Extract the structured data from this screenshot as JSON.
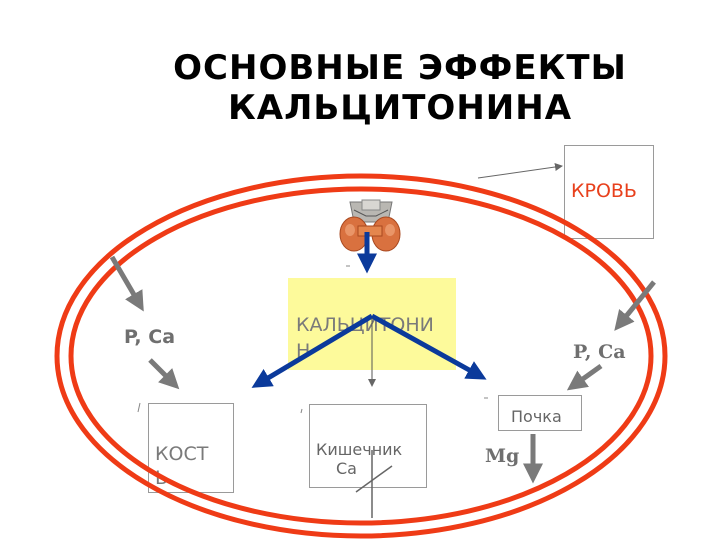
{
  "title": {
    "line1": "ОСНОВНЫЕ ЭФФЕКТЫ",
    "line2": "КАЛЬЦИТОНИНА"
  },
  "calcitonin": {
    "label": "КАЛЬЦИТОНИН"
  },
  "blood": {
    "label": "КРОВЬ"
  },
  "bone": {
    "label": "КОСТЬ"
  },
  "intestine": {
    "label": "Кишечник",
    "ion": "Ca"
  },
  "kidney": {
    "label": "Почка",
    "ion": "Mg"
  },
  "ions": {
    "left": "P, Ca",
    "right": "P, Ca"
  },
  "colors": {
    "ring": "#ef3b16",
    "arrows_main": "#0b3a9b",
    "arrows_grey": "#7a7a7a",
    "hormone_box": "#fdfa9b",
    "blood_text": "#e8401c"
  }
}
